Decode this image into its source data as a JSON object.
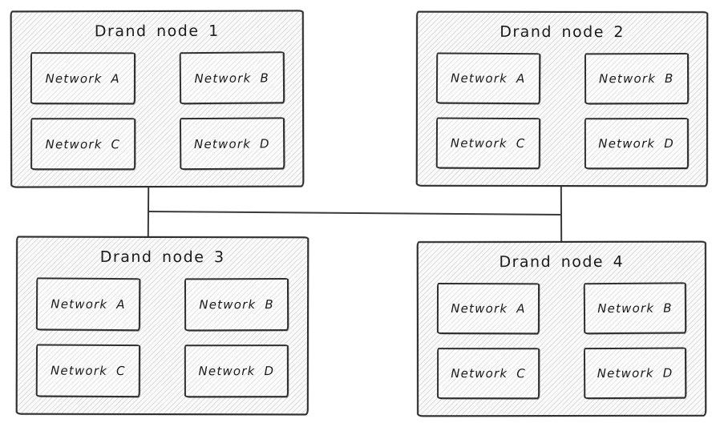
{
  "nodes": [
    {
      "title": "Drand node 1",
      "networks": [
        "Network A",
        "Network B",
        "Network C",
        "Network D"
      ]
    },
    {
      "title": "Drand node 2",
      "networks": [
        "Network A",
        "Network B",
        "Network C",
        "Network D"
      ]
    },
    {
      "title": "Drand node 3",
      "networks": [
        "Network A",
        "Network B",
        "Network C",
        "Network D"
      ]
    },
    {
      "title": "Drand node 4",
      "networks": [
        "Network A",
        "Network B",
        "Network C",
        "Network D"
      ]
    }
  ],
  "colors": {
    "stroke": "#2f2f2f",
    "text": "#1b1b1b",
    "hatch_line": "#dcdcdc",
    "fill": "#fbfbfb",
    "connector": "#3a3a3a"
  }
}
